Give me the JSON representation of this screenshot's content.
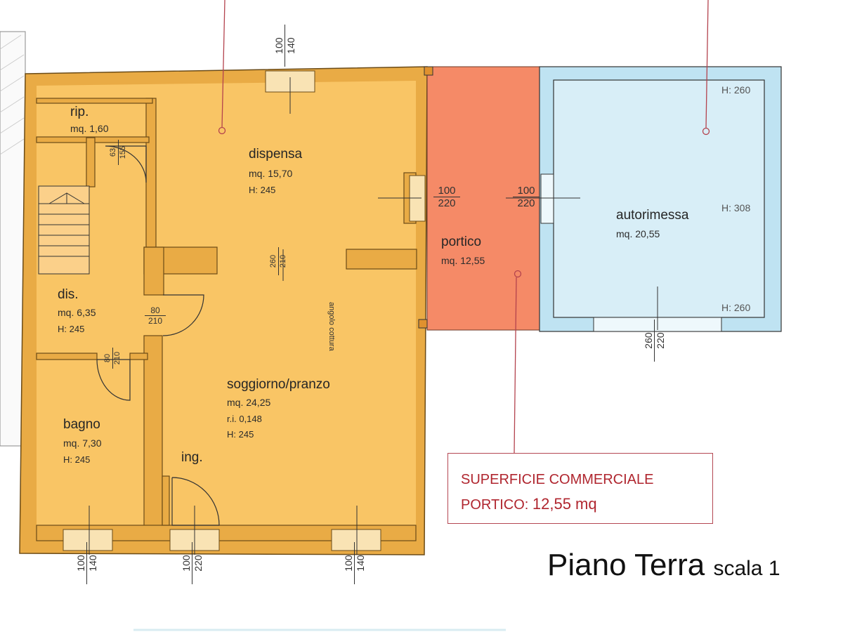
{
  "rooms": {
    "rip": {
      "name": "rip.",
      "area": "mq. 1,60"
    },
    "dispensa": {
      "name": "dispensa",
      "area": "mq. 15,70",
      "height": "H: 245"
    },
    "dis": {
      "name": "dis.",
      "area": "mq. 6,35",
      "height": "H: 245"
    },
    "soggiorno": {
      "name": "soggiorno/pranzo",
      "area": "mq. 24,25",
      "ri": "r.i. 0,148",
      "height": "H: 245"
    },
    "bagno": {
      "name": "bagno",
      "area": "mq. 7,30",
      "height": "H: 245"
    },
    "ing": {
      "name": "ing."
    },
    "portico": {
      "name": "portico",
      "area": "mq. 12,55"
    },
    "autorimessa": {
      "name": "autorimessa",
      "area": "mq. 20,55",
      "h_top": "H: 260",
      "h_mid": "H: 308",
      "h_bottom": "H: 260"
    }
  },
  "dimensions": {
    "top_window": [
      "100",
      "140"
    ],
    "rip_door": [
      "63",
      "155"
    ],
    "dispensa_portico": [
      "100",
      "220"
    ],
    "portico_garage": [
      "100",
      "220"
    ],
    "center_opening": [
      "260",
      "210"
    ],
    "dis_door": [
      "80",
      "210"
    ],
    "bagno_door": [
      "80",
      "210"
    ],
    "garage_door": [
      "260",
      "220"
    ],
    "bottom_left_window": [
      "100",
      "140"
    ],
    "entrance_door": [
      "100",
      "220"
    ],
    "bottom_right_window": [
      "100",
      "140"
    ]
  },
  "annotation": "angolo cottura",
  "commercial_box": {
    "line1": "SUPERFICIE COMMERCIALE",
    "line2_label": "PORTICO:",
    "line2_value": "12,55 mq"
  },
  "floor_title": {
    "name": "Piano Terra",
    "scale": "scala 1"
  },
  "colors": {
    "living_fill": "#f9c565",
    "portico_fill": "#f58a67",
    "garage_fill": "#bfe3f2",
    "wall": "#e6a844",
    "leader": "#b4434e"
  }
}
